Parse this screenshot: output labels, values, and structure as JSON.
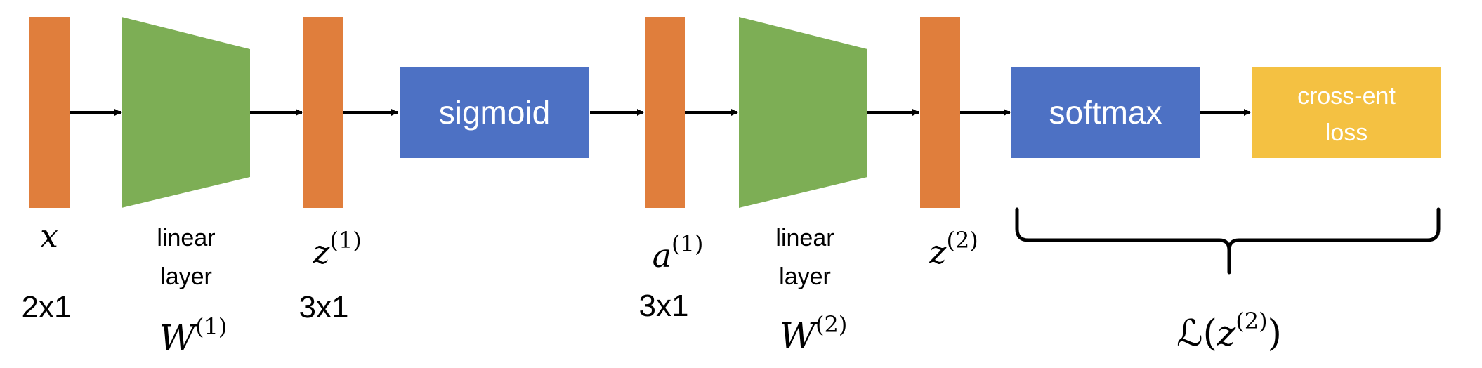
{
  "colors": {
    "vector": "#E07E3C",
    "linear_layer": "#7DAE55",
    "activation": "#4D71C4",
    "loss": "#F4C142",
    "arrow": "#000000",
    "block_text": "#FFFFFF"
  },
  "nodes": {
    "x": {
      "symbol": "x",
      "dim": "2x1"
    },
    "linear1": {
      "label_line1": "linear",
      "label_line2": "layer",
      "weight": "W",
      "weight_sup": "(1)"
    },
    "z1": {
      "symbol": "z",
      "sup": "(1)",
      "dim": "3x1"
    },
    "sigmoid": {
      "label": "sigmoid"
    },
    "a1": {
      "symbol": "a",
      "sup": "(1)",
      "dim": "3x1"
    },
    "linear2": {
      "label_line1": "linear",
      "label_line2": "layer",
      "weight": "W",
      "weight_sup": "(2)"
    },
    "z2": {
      "symbol": "z",
      "sup": "(2)"
    },
    "softmax": {
      "label": "softmax"
    },
    "loss": {
      "label_line1": "cross-ent",
      "label_line2": "loss"
    }
  },
  "loss_brace": {
    "prefix": "ℒ(",
    "symbol": "z",
    "sup": "(2)",
    "suffix": ")"
  }
}
